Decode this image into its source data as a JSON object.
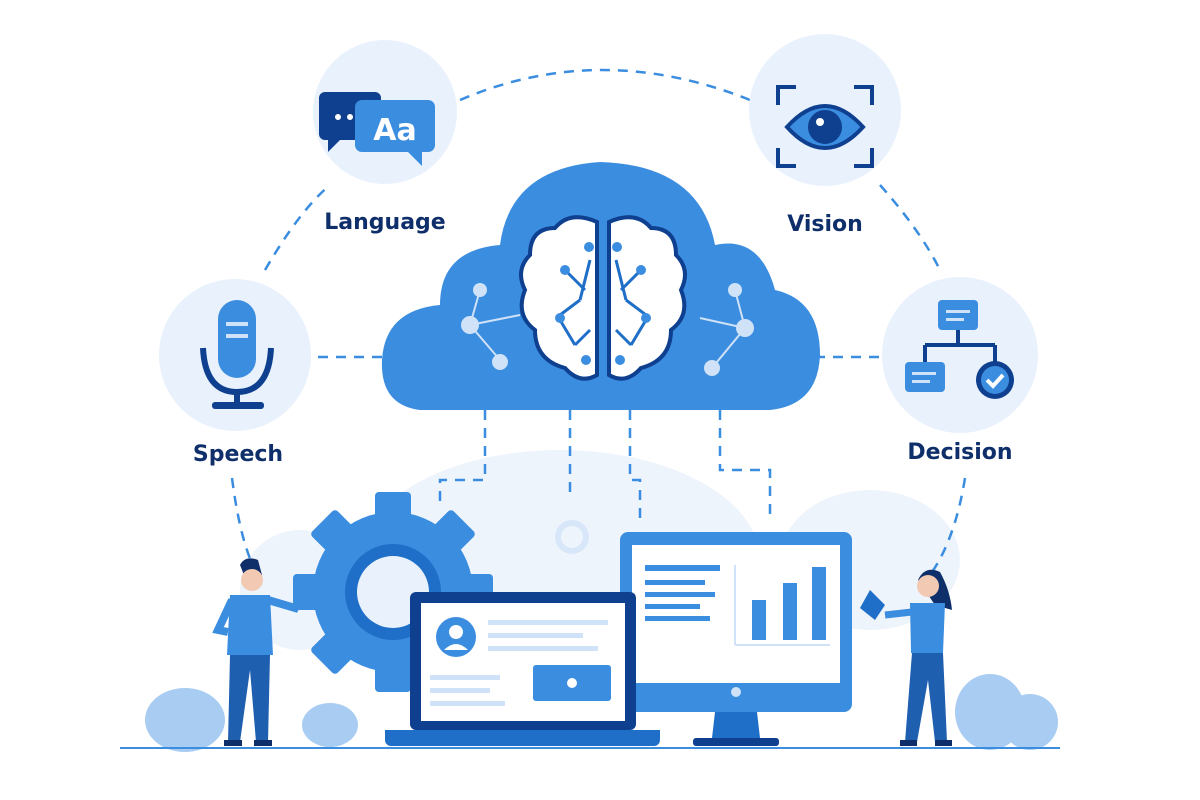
{
  "capabilities": [
    {
      "label": "Language",
      "icon": "chat-bubbles-aa-icon"
    },
    {
      "label": "Vision",
      "icon": "eye-scan-icon"
    },
    {
      "label": "Speech",
      "icon": "microphone-icon"
    },
    {
      "label": "Decision",
      "icon": "decision-tree-check-icon"
    }
  ],
  "icon_text": {
    "language_glyph": "Aa"
  },
  "center": {
    "icon": "cloud-brain-icon"
  },
  "colors": {
    "primary": "#3b8de0",
    "dark": "#0f3f8f",
    "navy_text": "#0f2f6b",
    "light": "#e8f1fc",
    "pale": "#cfe2f8"
  }
}
